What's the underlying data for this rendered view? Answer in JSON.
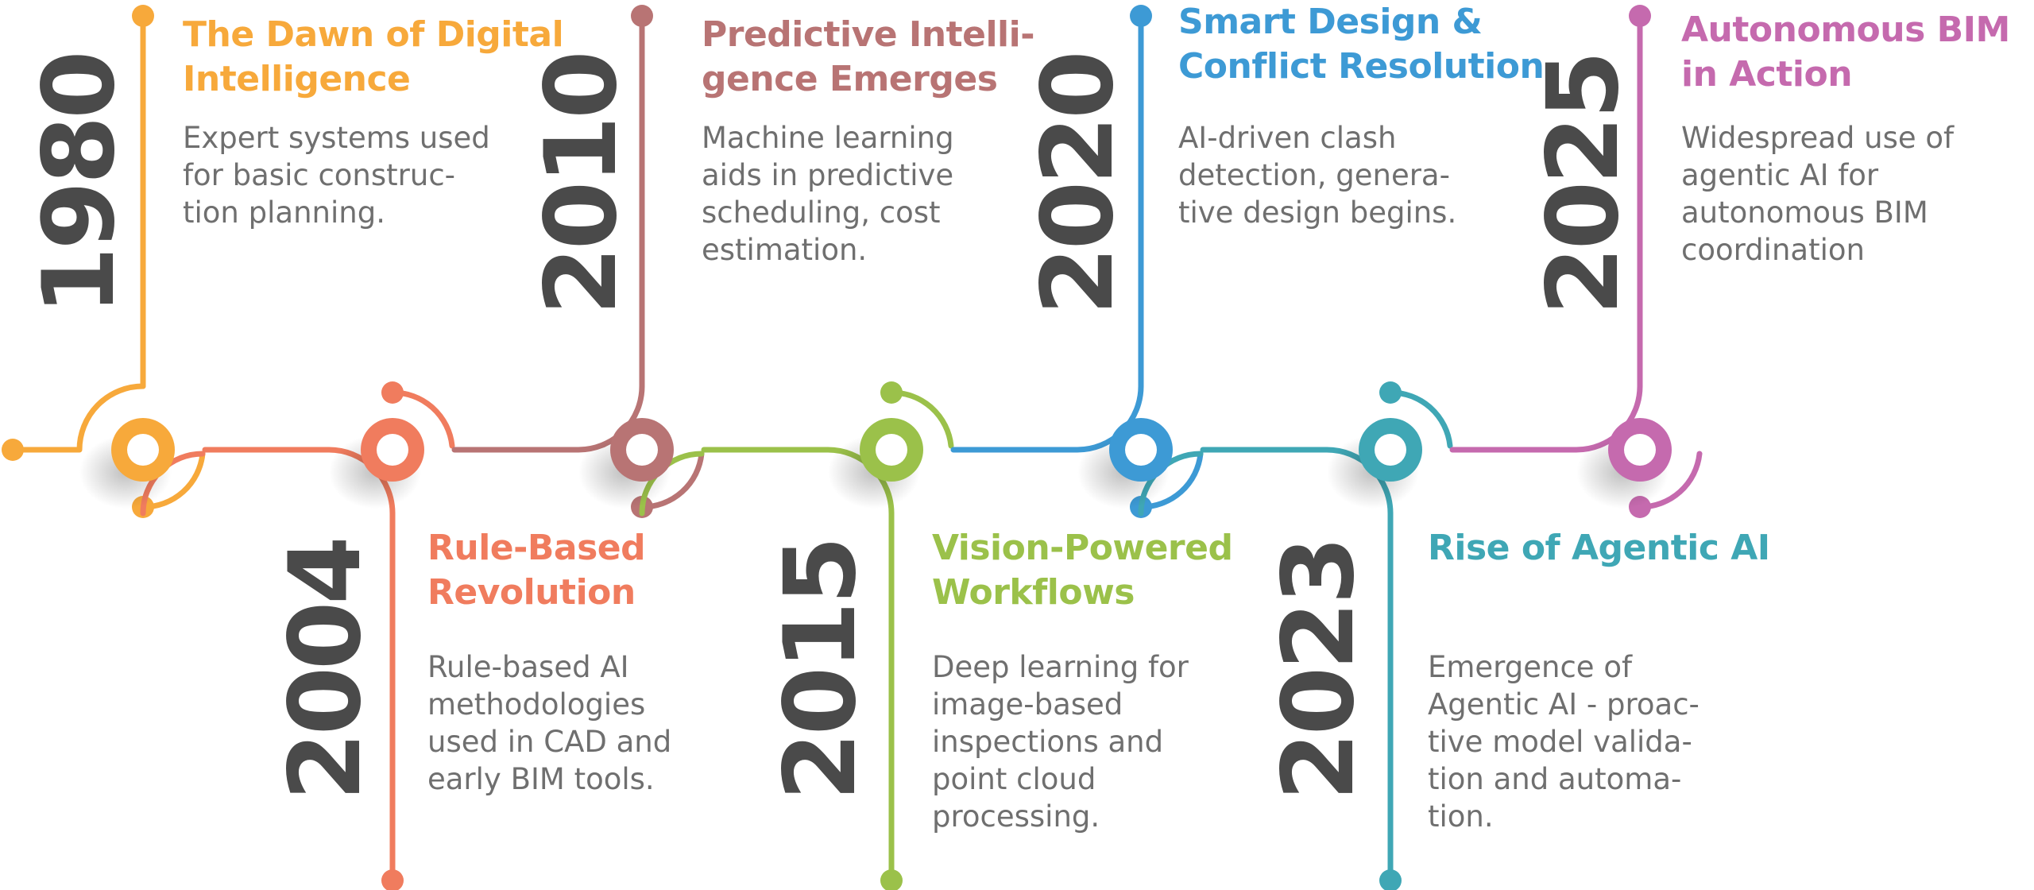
{
  "milestones": [
    {
      "year": "1980",
      "title": "The Dawn of Digital\nIntelligence",
      "description": "Expert systems used\nfor basic construc-\ntion planning.",
      "color": "#F7A93B"
    },
    {
      "year": "2004",
      "title": "Rule-Based\nRevolution",
      "description": "Rule-based AI\nmethodologies\nused in CAD and\nearly BIM tools.",
      "color": "#F07C5E"
    },
    {
      "year": "2010",
      "title": "Predictive Intelli-\ngence Emerges",
      "description": "Machine learning\naids in predictive\nscheduling, cost\nestimation.",
      "color": "#B87474"
    },
    {
      "year": "2015",
      "title": "Vision-Powered\nWorkflows",
      "description": "Deep learning for\nimage-based\ninspections and\npoint cloud\nprocessing.",
      "color": "#9BC14A"
    },
    {
      "year": "2020",
      "title": "Smart Design &\nConflict Resolution",
      "description": "AI-driven clash\ndetection, genera-\ntive design begins.",
      "color": "#3D9AD5"
    },
    {
      "year": "2023",
      "title": "Rise of Agentic AI",
      "description": "Emergence of\nAgentic AI - proac-\ntive model valida-\ntion and automa-\ntion.",
      "color": "#3FA7B5"
    },
    {
      "year": "2025",
      "title": "Autonomous BIM\nin Action",
      "description": "Widespread use of\nagentic AI for\nautonomous BIM\ncoordination",
      "color": "#C56AAE"
    }
  ]
}
